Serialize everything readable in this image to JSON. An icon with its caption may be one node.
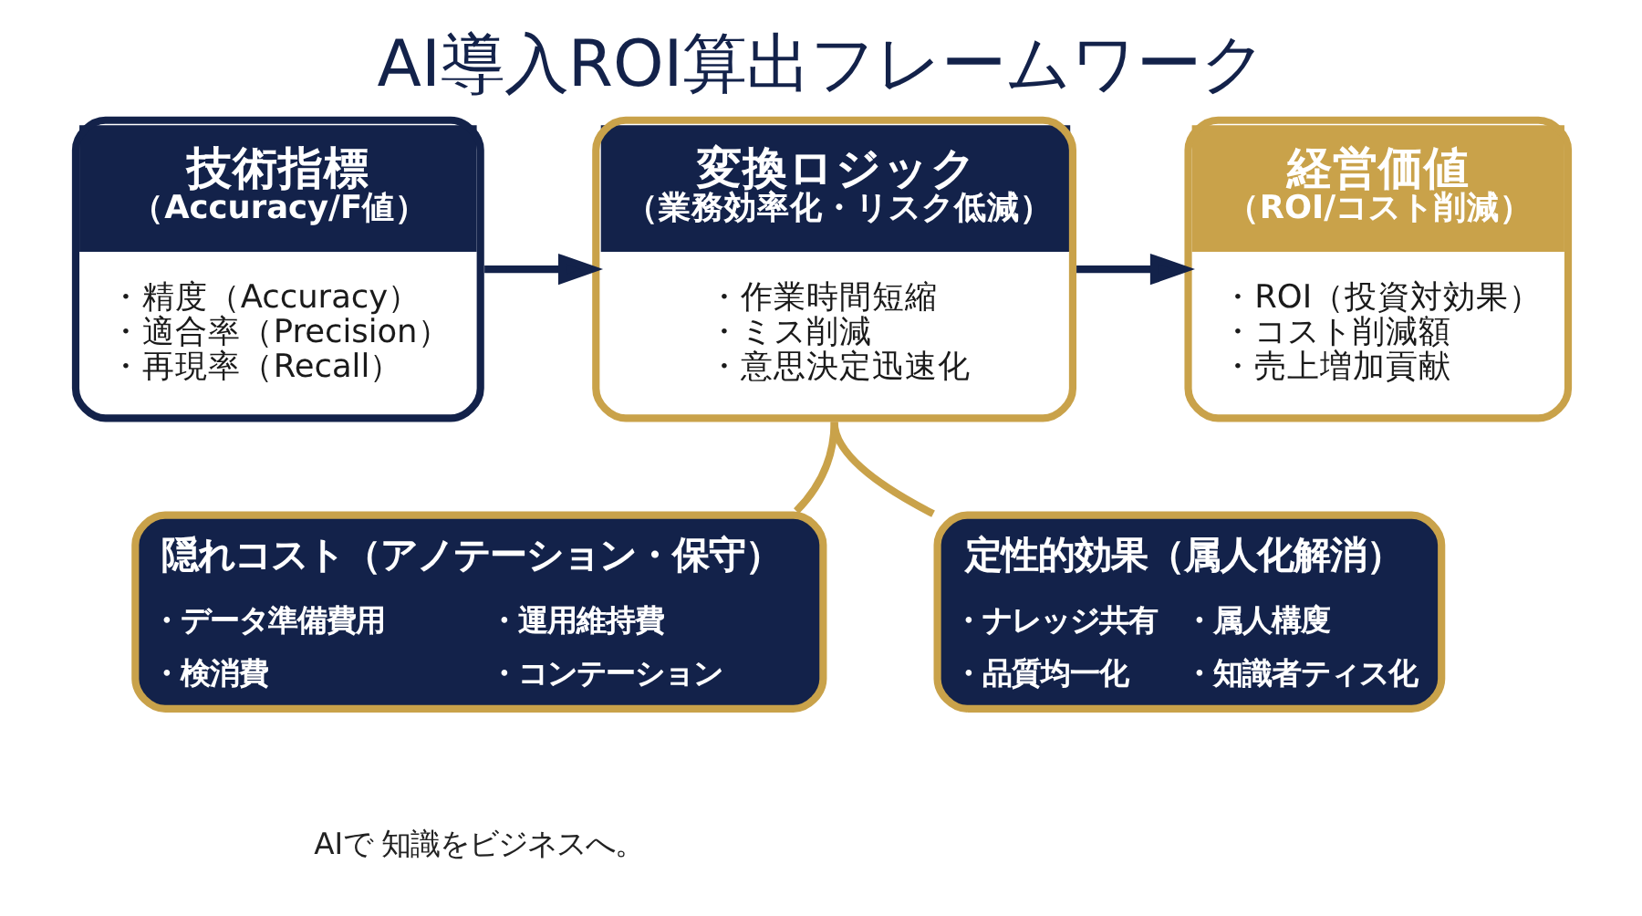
{
  "diagram": {
    "title": "AI導入ROI算出フレームワーク",
    "nodes": [
      {
        "text": [
          "技術指標",
          "（Accuracy/F値）",
          "・精度（Accuracy）",
          "・適合率（Precision）",
          "・再現率（Recall）"
        ]
      },
      {
        "text": [
          "変換ロジック",
          "（業務効率化・リスク低減）",
          "・作業時間短縮",
          "・ミス削減",
          "・意思決定迅速化"
        ]
      },
      {
        "text": [
          "経営価値",
          "（ROI/コスト削減）",
          "・ROI（投資対効果）",
          "・コスト削減額",
          "・売上増加貢献"
        ]
      },
      {
        "text": [
          "隠れコスト（アノテーション・保守）",
          "・データ準備費用",
          "・運用維持費",
          "・検消費",
          "・コンテーション"
        ]
      },
      {
        "text": [
          "定性的効果（属人化解消）",
          "・ナレッジ共有",
          "・属人構廋",
          "・品質均一化",
          "・知識者ティス化"
        ]
      }
    ],
    "edges": [
      {
        "from": 0,
        "to": 1,
        "arrow": "to"
      },
      {
        "from": 1,
        "to": 2,
        "arrow": "to"
      },
      {
        "from": 1,
        "to": 3,
        "arrow": "none",
        "color": "#c9a24a"
      },
      {
        "from": 1,
        "to": 4,
        "arrow": "none",
        "color": "#c9a24a"
      }
    ],
    "labels": [
      "AIで 知識をビジネスへ。"
    ]
  }
}
